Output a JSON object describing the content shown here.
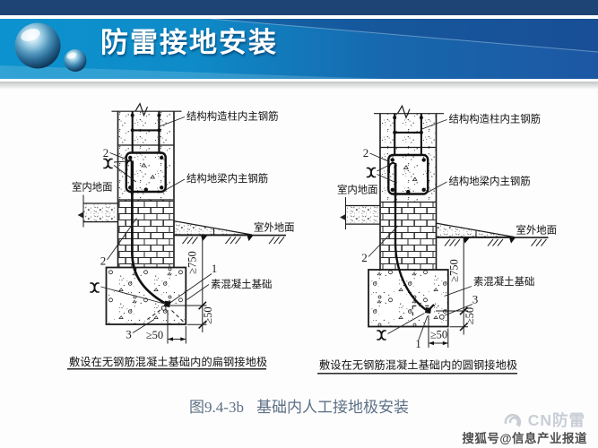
{
  "slide": {
    "title": "防雷接地安装"
  },
  "figure": {
    "number": "图9.4-3b",
    "title": "基础内人工接地极安装"
  },
  "watermark": {
    "brand": "CN防雷",
    "credit": "搜狐号@信息产业报道"
  },
  "colors": {
    "top_band": "#1e4476",
    "banner_left": "#0c93cf",
    "banner_right": "#1d57a3",
    "figure_caption": "#5d7086",
    "watermark_brand": "#c9ced6",
    "watermark_credit": "#4e4e4e",
    "line_ink": "#1c1c1c"
  },
  "diagrams": {
    "left": {
      "caption": "敷设在无钢筋混凝土基础内的扁钢接地极",
      "labels": {
        "column_rebar": "结构构造柱内主钢筋",
        "beam_rebar": "结构地梁内主钢筋",
        "indoor_ground": "室内地面",
        "outdoor_ground": "室外地面",
        "foundation": "素混凝土基础",
        "callout_1": "1",
        "callout_2": "2",
        "callout_3": "3",
        "dim_depth": "≥750",
        "dim_side": "≥50",
        "dim_bottom": "≥50"
      }
    },
    "right": {
      "caption": "敷设在无钢筋混凝土基础内的圆钢接地极",
      "labels": {
        "column_rebar": "结构构造柱内主钢筋",
        "beam_rebar": "结构地梁内主钢筋",
        "indoor_ground": "室内地面",
        "outdoor_ground": "室外地面",
        "foundation": "素混凝土基础",
        "callout_1": "1",
        "callout_2": "2",
        "callout_3": "3",
        "dim_depth": "≥750",
        "dim_side": "≥50",
        "dim_bottom": "≥50"
      }
    }
  }
}
